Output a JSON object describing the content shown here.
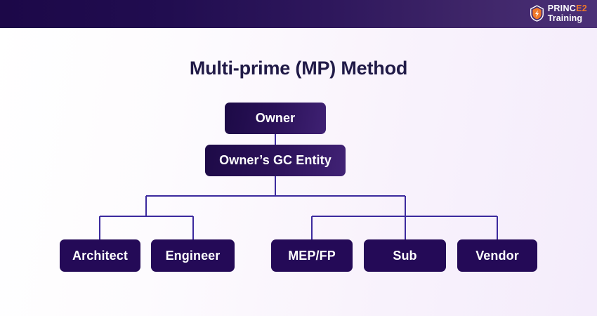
{
  "header": {
    "logo": {
      "icon": "shield-logo-icon",
      "line1_white": "PRINC",
      "line1_accent": "E2",
      "line2": "Training",
      "accent_color": "#f0792a",
      "bg_gradient_from": "#1c0848",
      "bg_gradient_to": "#4b3077"
    }
  },
  "page": {
    "title": "Multi-prime (MP) Method",
    "title_color": "#201a47",
    "background_from": "#ffffff",
    "background_to": "#f4ecfb"
  },
  "chart_data": {
    "type": "diagram",
    "subtype": "organization-tree",
    "title": "Multi-prime (MP) Method",
    "connector_color": "#3c2a9e",
    "nodes": [
      {
        "id": "owner",
        "label": "Owner",
        "level": 1,
        "parent": null,
        "style": "gradient"
      },
      {
        "id": "gc",
        "label": "Owner’s GC Entity",
        "level": 2,
        "parent": "owner",
        "style": "gradient"
      },
      {
        "id": "architect",
        "label": "Architect",
        "level": 4,
        "parent": "gc",
        "style": "solid"
      },
      {
        "id": "engineer",
        "label": "Engineer",
        "level": 4,
        "parent": "gc",
        "style": "solid"
      },
      {
        "id": "mepfp",
        "label": "MEP/FP",
        "level": 4,
        "parent": "gc",
        "style": "solid"
      },
      {
        "id": "sub",
        "label": "Sub",
        "level": 4,
        "parent": "gc",
        "style": "solid"
      },
      {
        "id": "vendor",
        "label": "Vendor",
        "level": 4,
        "parent": "gc",
        "style": "solid"
      }
    ],
    "groups": [
      {
        "name": "design-group",
        "members": [
          "architect",
          "engineer"
        ]
      },
      {
        "name": "construction-group",
        "members": [
          "mepfp",
          "sub",
          "vendor"
        ]
      }
    ]
  }
}
